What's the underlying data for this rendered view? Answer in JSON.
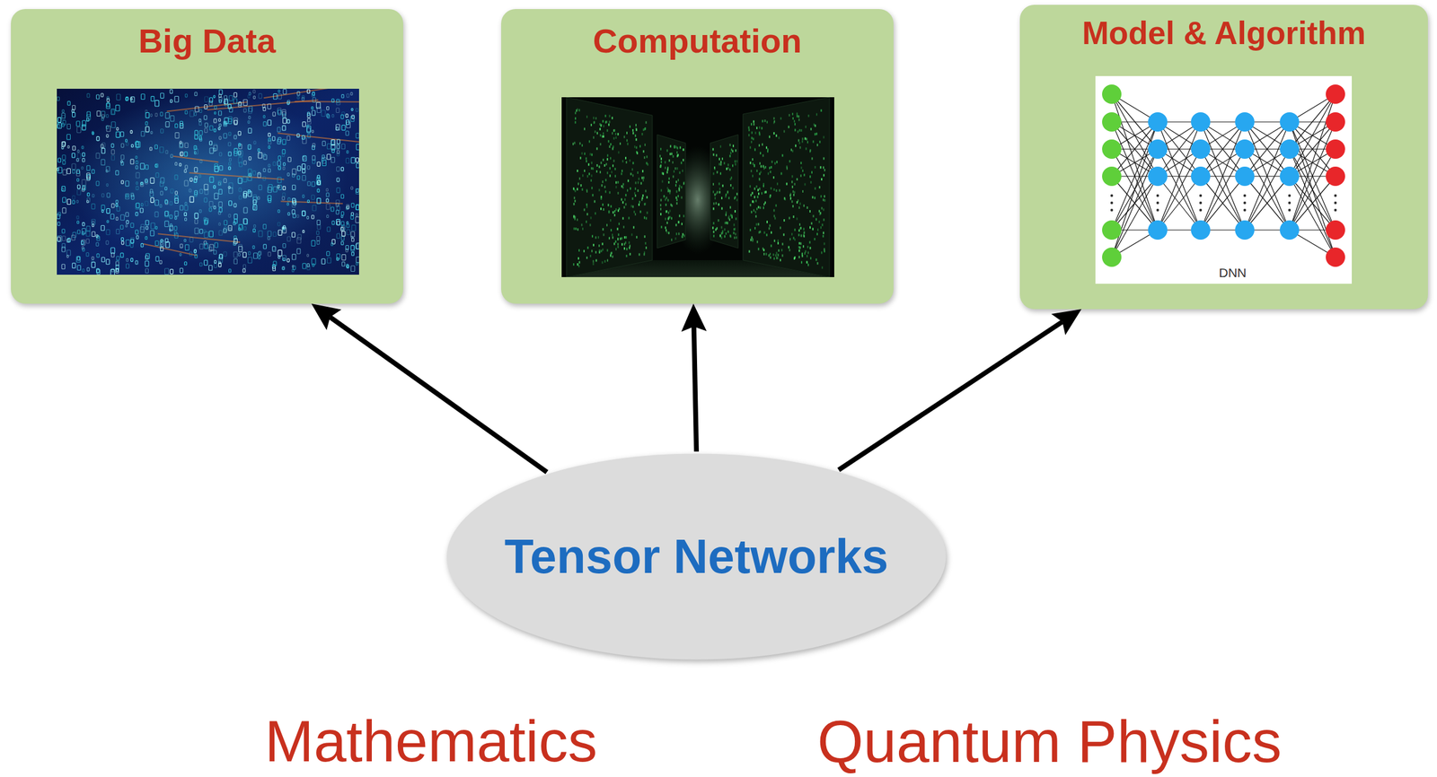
{
  "diagram": {
    "nodes": [
      {
        "text": [
          "Big Data"
        ]
      },
      {
        "text": [
          "Computation"
        ]
      },
      {
        "text": [
          "Model & Algorithm"
        ]
      },
      {
        "text": [
          "Tensor Networks"
        ]
      }
    ],
    "edges": [
      {
        "from": 3,
        "to": 0,
        "arrow": "to"
      },
      {
        "from": 3,
        "to": 1,
        "arrow": "to"
      },
      {
        "from": 3,
        "to": 2,
        "arrow": "to"
      }
    ],
    "labels": [
      "DNN",
      "Mathematics",
      "Quantum Physics"
    ]
  }
}
